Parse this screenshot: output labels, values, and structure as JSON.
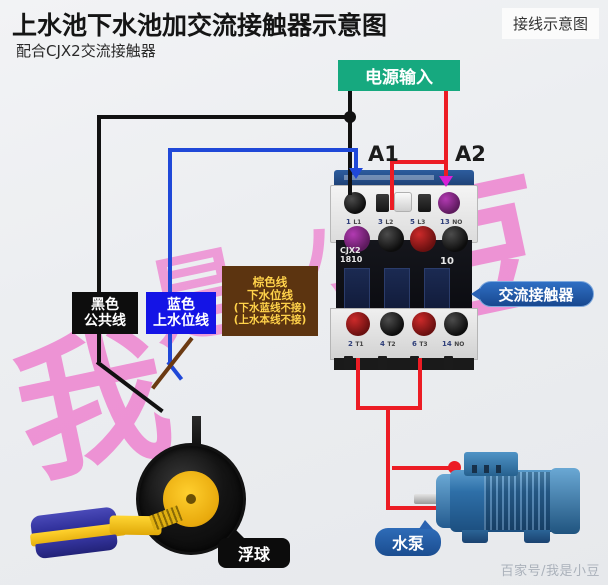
{
  "header": {
    "title": "上水池下水池加交流接触器示意图",
    "subtitle": "配合CJX2交流接触器",
    "corner_note": "接线示意图"
  },
  "power_input": {
    "label": "电源输入",
    "color": "#16a97f"
  },
  "coil_terminals": {
    "a1": "A1",
    "a2": "A2"
  },
  "contactor": {
    "brand": "CJX2\n1810",
    "rating": "10",
    "callout": "交流接触器",
    "top_terminals": [
      {
        "num": "1",
        "code": "L1"
      },
      {
        "num": "3",
        "code": "L2"
      },
      {
        "num": "5",
        "code": "L3"
      },
      {
        "num": "13",
        "code": "NO"
      }
    ],
    "bottom_terminals": [
      {
        "num": "2",
        "code": "T1"
      },
      {
        "num": "4",
        "code": "T2"
      },
      {
        "num": "6",
        "code": "T3"
      },
      {
        "num": "14",
        "code": "NO"
      }
    ]
  },
  "wire_labels": {
    "black": {
      "line1": "黑色",
      "line2": "公共线",
      "color": "#0d0d0d"
    },
    "blue": {
      "line1": "蓝色",
      "line2": "上水位线",
      "color": "#1414e6"
    },
    "brown": {
      "line1": "棕色线",
      "line2": "下水位线",
      "line3": "(下水蓝线不接)",
      "line4": "(上水本线不接)",
      "color": "#5c3410"
    }
  },
  "callouts": {
    "float": "浮球",
    "pump": "水泵"
  },
  "watermark": {
    "signature": "百家号/我是小豆",
    "overlay_chars": [
      "我",
      "是",
      "小",
      "豆"
    ]
  }
}
